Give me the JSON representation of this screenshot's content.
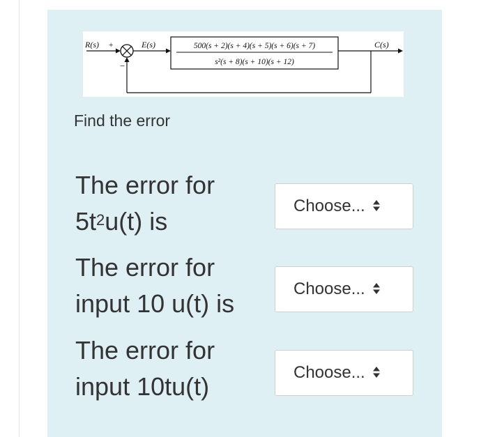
{
  "diagram": {
    "input_label": "R(s)",
    "plus_sign": "+",
    "minus_sign": "−",
    "error_label": "E(s)",
    "numerator": "500(s + 2)(s + 4)(s + 5)(s + 6)(s + 7)",
    "denominator": "s²(s + 8)(s + 10)(s + 12)",
    "output_label": "C(s)"
  },
  "prompt": "Find the error",
  "questions": [
    {
      "line1": "The error for",
      "line2_prefix": "5t",
      "line2_sup": "2",
      "line2_suffix": "u(t) is",
      "select_value": "Choose..."
    },
    {
      "line1": "The error for",
      "line2": "input 10 u(t) is",
      "select_value": "Choose..."
    },
    {
      "line1": "The error for",
      "line2": "input 10tu(t)",
      "select_value": "Choose..."
    }
  ],
  "colors": {
    "panel": "#dff0f5",
    "text": "#333333"
  },
  "icons": [
    "summing-junction-icon",
    "select-arrows-icon"
  ]
}
